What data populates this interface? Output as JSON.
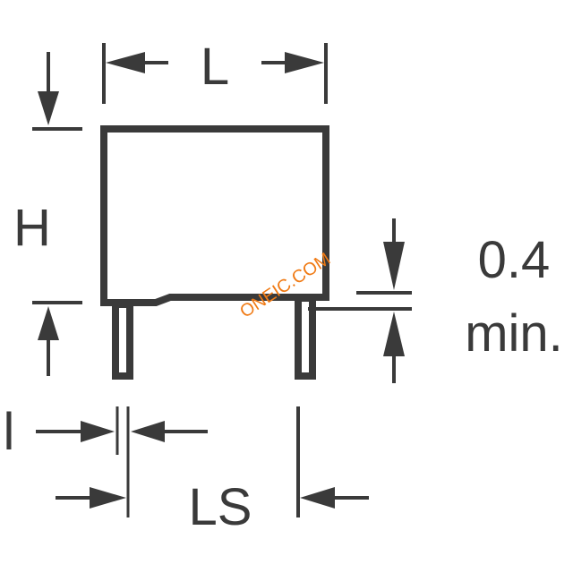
{
  "labels": {
    "length": "L",
    "height": "H",
    "lead_offset": "0.4",
    "lead_offset_suffix": "min.",
    "lead_diameter": "l",
    "lead_spacing": "LS"
  },
  "watermark": "ONEIC.COM",
  "colors": {
    "drawing": "#3a3a3a",
    "watermark": "#f07a14",
    "background": "#ffffff"
  }
}
